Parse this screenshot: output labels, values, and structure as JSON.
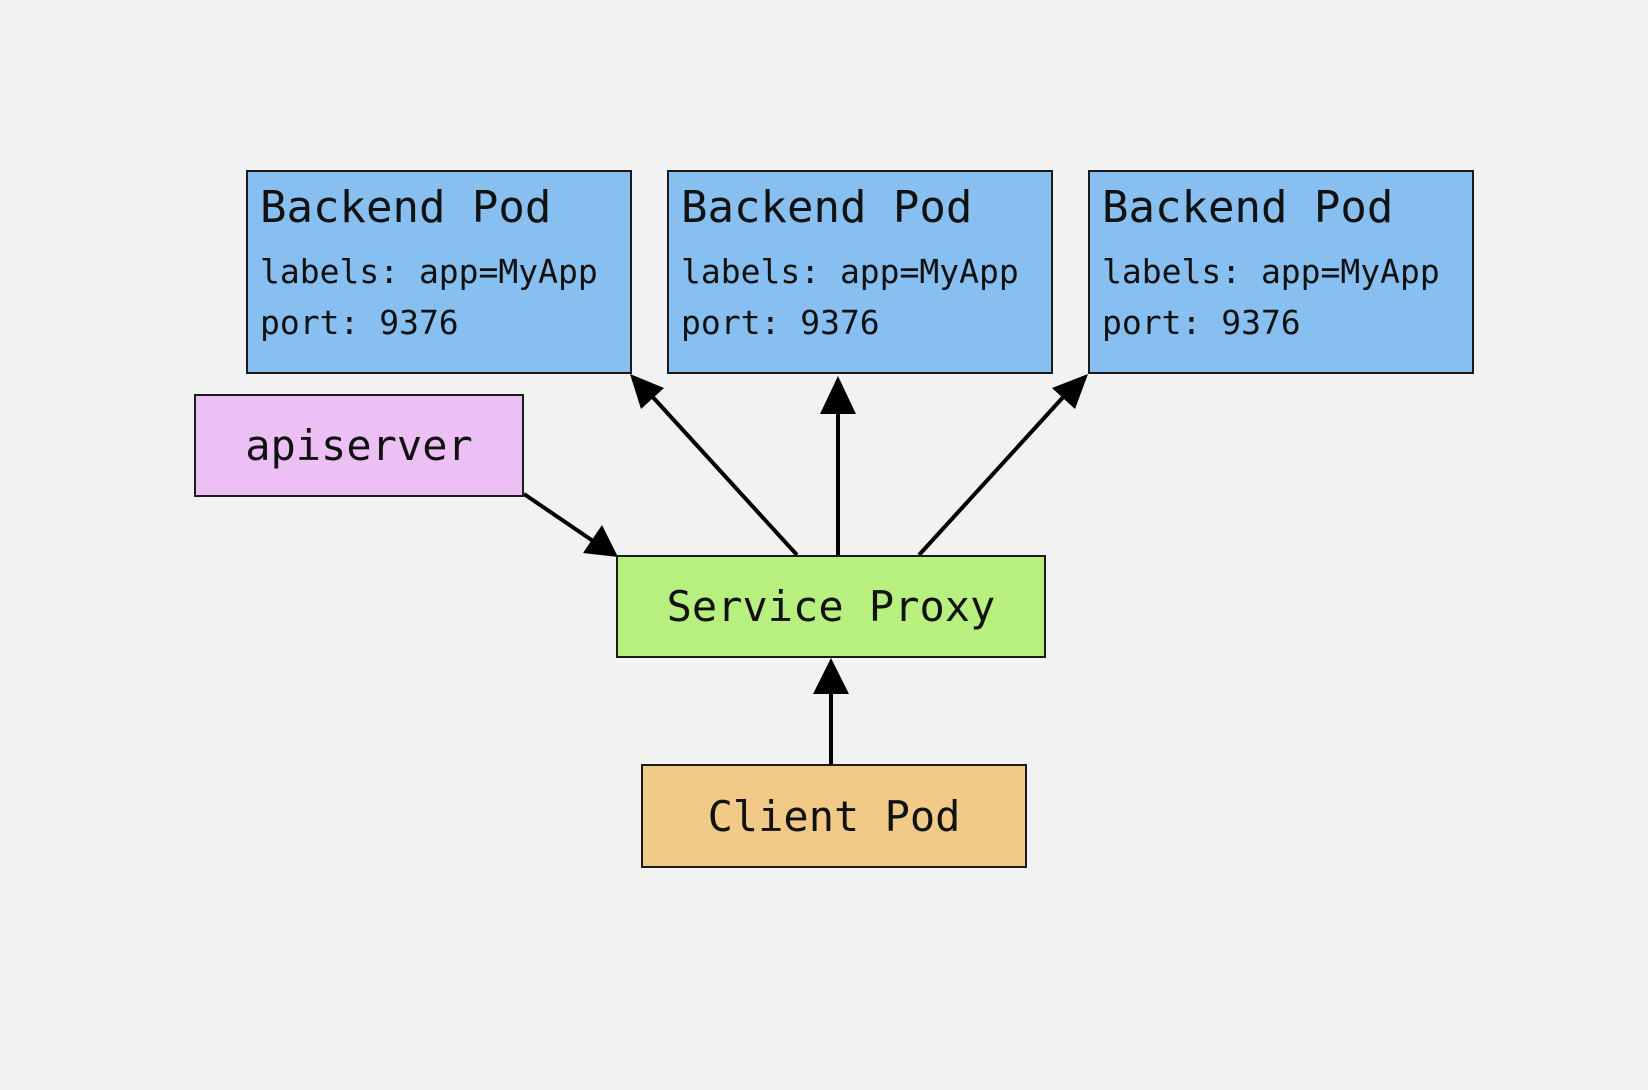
{
  "diagram": {
    "nodes": {
      "backend_pods": [
        {
          "title": "Backend Pod",
          "labels": "labels: app=MyApp",
          "port": "port: 9376"
        },
        {
          "title": "Backend Pod",
          "labels": "labels: app=MyApp",
          "port": "port: 9376"
        },
        {
          "title": "Backend Pod",
          "labels": "labels: app=MyApp",
          "port": "port: 9376"
        }
      ],
      "apiserver": {
        "label": "apiserver"
      },
      "service_proxy": {
        "label": "Service Proxy"
      },
      "client_pod": {
        "label": "Client Pod"
      }
    },
    "edges": [
      {
        "from": "client_pod",
        "to": "service_proxy"
      },
      {
        "from": "apiserver",
        "to": "service_proxy"
      },
      {
        "from": "service_proxy",
        "to": "backend_pod_1"
      },
      {
        "from": "service_proxy",
        "to": "backend_pod_2"
      },
      {
        "from": "service_proxy",
        "to": "backend_pod_3"
      }
    ],
    "colors": {
      "background": "#f2f2f2",
      "backend_pod": "#86bff0",
      "apiserver": "#ecbff5",
      "service_proxy": "#b8f07f",
      "client_pod": "#f0ca86",
      "stroke": "#1a1a1a"
    }
  }
}
